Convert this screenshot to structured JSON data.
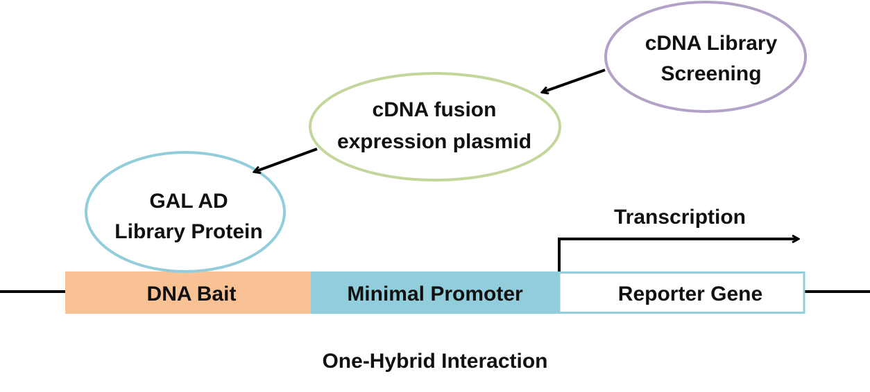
{
  "colors": {
    "dna_bait": "#f9c294",
    "promoter": "#92cddc",
    "reporter_border": "#92cddc",
    "gal_ad_ellipse": "#92cddc",
    "fusion_ellipse": "#c3d69b",
    "library_ellipse": "#b3a2c7",
    "line": "#000000"
  },
  "nodes": {
    "library": {
      "line1": "cDNA Library",
      "line2": "Screening"
    },
    "fusion": {
      "line1": "cDNA fusion",
      "line2": "expression plasmid"
    },
    "gal_ad": {
      "line1": "GAL AD",
      "line2": "Library Protein"
    }
  },
  "dna": {
    "bait": "DNA Bait",
    "promoter": "Minimal Promoter",
    "reporter": "Reporter Gene"
  },
  "transcription": "Transcription",
  "caption": "One-Hybrid Interaction"
}
